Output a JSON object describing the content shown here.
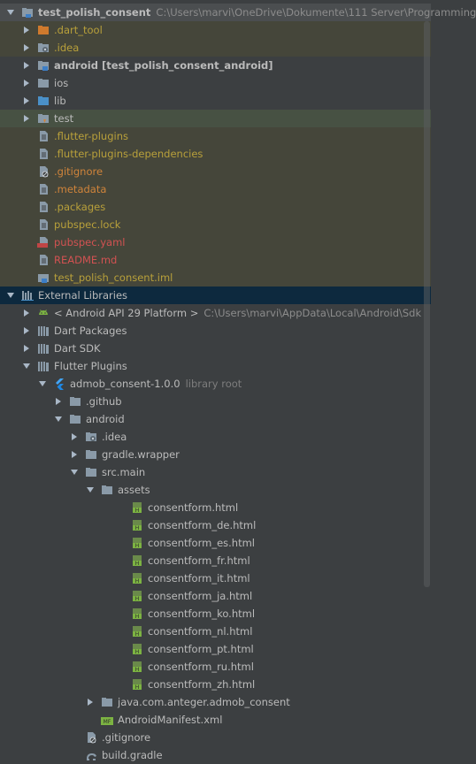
{
  "rows": [
    {
      "level": 0,
      "arrow": "down",
      "icon": "module",
      "name": "test_polish_consent",
      "style": "bold",
      "path": "C:\\Users\\marvi\\OneDrive\\Dokumente\\111 Server\\Programming",
      "bg": "plain"
    },
    {
      "level": 1,
      "arrow": "right",
      "icon": "folder-orange",
      "name": ".dart_tool",
      "style": "olive",
      "bg": "olive"
    },
    {
      "level": 1,
      "arrow": "right",
      "icon": "folder-settings",
      "name": ".idea",
      "style": "olive",
      "bg": "olive"
    },
    {
      "level": 1,
      "arrow": "right",
      "icon": "folder-module",
      "name": "android",
      "extra": "[test_polish_consent_android]",
      "style": "bold-extra",
      "bg": "none"
    },
    {
      "level": 1,
      "arrow": "right",
      "icon": "folder",
      "name": "ios",
      "style": "normal",
      "bg": "none"
    },
    {
      "level": 1,
      "arrow": "right",
      "icon": "folder-blue",
      "name": "lib",
      "style": "normal",
      "bg": "none"
    },
    {
      "level": 1,
      "arrow": "right",
      "icon": "folder-test",
      "name": "test",
      "style": "normal",
      "bg": "green"
    },
    {
      "level": 1,
      "arrow": "none",
      "icon": "file",
      "name": ".flutter-plugins",
      "style": "olive",
      "bg": "olive"
    },
    {
      "level": 1,
      "arrow": "none",
      "icon": "file",
      "name": ".flutter-plugins-dependencies",
      "style": "olive",
      "bg": "olive"
    },
    {
      "level": 1,
      "arrow": "none",
      "icon": "file-ignore",
      "name": ".gitignore",
      "style": "orange",
      "bg": "olive"
    },
    {
      "level": 1,
      "arrow": "none",
      "icon": "file",
      "name": ".metadata",
      "style": "orange",
      "bg": "olive"
    },
    {
      "level": 1,
      "arrow": "none",
      "icon": "file",
      "name": ".packages",
      "style": "olive",
      "bg": "olive"
    },
    {
      "level": 1,
      "arrow": "none",
      "icon": "file",
      "name": "pubspec.lock",
      "style": "olive",
      "bg": "olive"
    },
    {
      "level": 1,
      "arrow": "none",
      "icon": "file-yaml",
      "name": "pubspec.yaml",
      "style": "red",
      "bg": "olive"
    },
    {
      "level": 1,
      "arrow": "none",
      "icon": "file",
      "name": "README.md",
      "style": "red",
      "bg": "olive"
    },
    {
      "level": 1,
      "arrow": "none",
      "icon": "file-module",
      "name": "test_polish_consent.iml",
      "style": "olive",
      "bg": "olive"
    },
    {
      "level": 0,
      "arrow": "down",
      "icon": "libraries",
      "name": "External Libraries",
      "style": "normal",
      "bg": "blue"
    },
    {
      "level": 1,
      "arrow": "right",
      "icon": "android",
      "name": "< Android API 29 Platform >",
      "style": "normal",
      "path": "C:\\Users\\marvi\\AppData\\Local\\Android\\Sdk",
      "bg": "none"
    },
    {
      "level": 1,
      "arrow": "right",
      "icon": "library",
      "name": "Dart Packages",
      "style": "normal",
      "bg": "none"
    },
    {
      "level": 1,
      "arrow": "right",
      "icon": "library",
      "name": "Dart SDK",
      "style": "normal",
      "bg": "none"
    },
    {
      "level": 1,
      "arrow": "down",
      "icon": "library",
      "name": "Flutter Plugins",
      "style": "normal",
      "bg": "none"
    },
    {
      "level": 2,
      "arrow": "down",
      "icon": "flutter",
      "name": "admob_consent-1.0.0",
      "extra": "library root",
      "style": "muted-extra",
      "bg": "none"
    },
    {
      "level": 3,
      "arrow": "right",
      "icon": "folder",
      "name": ".github",
      "style": "normal",
      "bg": "none"
    },
    {
      "level": 3,
      "arrow": "down",
      "icon": "folder",
      "name": "android",
      "style": "normal",
      "bg": "none"
    },
    {
      "level": 4,
      "arrow": "right",
      "icon": "folder-settings",
      "name": ".idea",
      "style": "normal",
      "bg": "none"
    },
    {
      "level": 4,
      "arrow": "right",
      "icon": "folder",
      "name": "gradle.wrapper",
      "style": "normal",
      "bg": "none"
    },
    {
      "level": 4,
      "arrow": "down",
      "icon": "folder",
      "name": "src.main",
      "style": "normal",
      "bg": "none"
    },
    {
      "level": 5,
      "arrow": "down",
      "icon": "folder",
      "name": "assets",
      "style": "normal",
      "bg": "none"
    },
    {
      "level": 6,
      "arrow": "none",
      "icon": "html",
      "name": "consentform.html",
      "style": "normal",
      "bg": "none"
    },
    {
      "level": 6,
      "arrow": "none",
      "icon": "html",
      "name": "consentform_de.html",
      "style": "normal",
      "bg": "none"
    },
    {
      "level": 6,
      "arrow": "none",
      "icon": "html",
      "name": "consentform_es.html",
      "style": "normal",
      "bg": "none"
    },
    {
      "level": 6,
      "arrow": "none",
      "icon": "html",
      "name": "consentform_fr.html",
      "style": "normal",
      "bg": "none"
    },
    {
      "level": 6,
      "arrow": "none",
      "icon": "html",
      "name": "consentform_it.html",
      "style": "normal",
      "bg": "none"
    },
    {
      "level": 6,
      "arrow": "none",
      "icon": "html",
      "name": "consentform_ja.html",
      "style": "normal",
      "bg": "none"
    },
    {
      "level": 6,
      "arrow": "none",
      "icon": "html",
      "name": "consentform_ko.html",
      "style": "normal",
      "bg": "none"
    },
    {
      "level": 6,
      "arrow": "none",
      "icon": "html",
      "name": "consentform_nl.html",
      "style": "normal",
      "bg": "none"
    },
    {
      "level": 6,
      "arrow": "none",
      "icon": "html",
      "name": "consentform_pt.html",
      "style": "normal",
      "bg": "none"
    },
    {
      "level": 6,
      "arrow": "none",
      "icon": "html",
      "name": "consentform_ru.html",
      "style": "normal",
      "bg": "none"
    },
    {
      "level": 6,
      "arrow": "none",
      "icon": "html",
      "name": "consentform_zh.html",
      "style": "normal",
      "bg": "none"
    },
    {
      "level": 5,
      "arrow": "right",
      "icon": "folder",
      "name": "java.com.anteger.admob_consent",
      "style": "normal",
      "bg": "none"
    },
    {
      "level": 5,
      "arrow": "none",
      "icon": "manifest",
      "name": "AndroidManifest.xml",
      "style": "normal",
      "bg": "none"
    },
    {
      "level": 4,
      "arrow": "none",
      "icon": "file-ignore",
      "name": ".gitignore",
      "style": "normal",
      "bg": "none"
    },
    {
      "level": 4,
      "arrow": "none",
      "icon": "gradle",
      "name": "build.gradle",
      "style": "normal",
      "bg": "none"
    }
  ]
}
